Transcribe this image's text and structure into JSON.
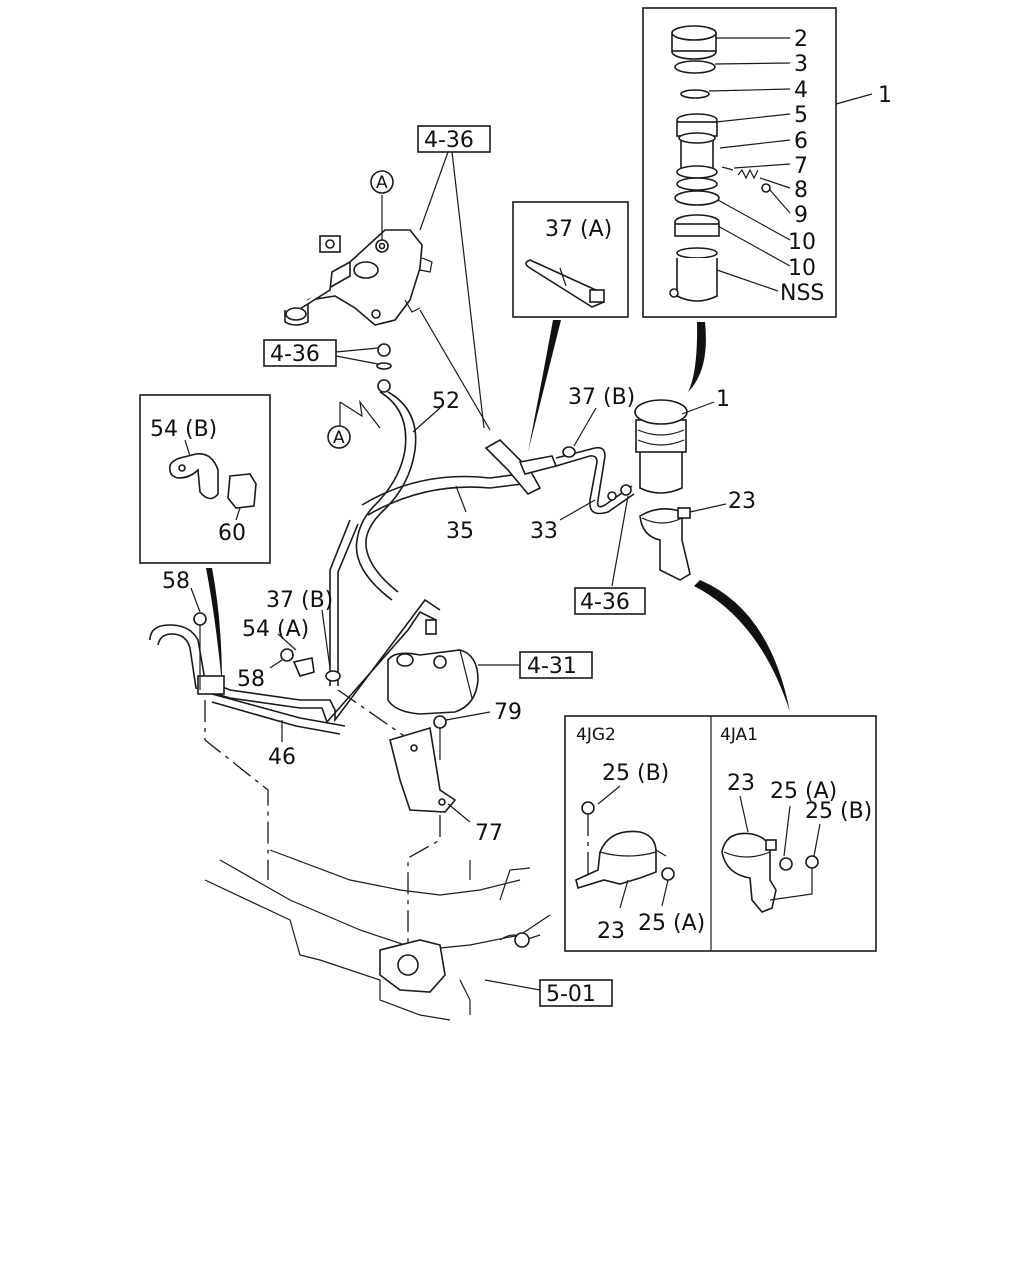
{
  "callouts": {
    "c2": "2",
    "c3": "3",
    "c4": "4",
    "c5": "5",
    "c6": "6",
    "c7": "7",
    "c8": "8",
    "c9": "9",
    "c10a": "10",
    "c10b": "10",
    "cnss": "NSS",
    "c1_top": "1",
    "c1_mid": "1",
    "c37a": "37 (A)",
    "c37b_top": "37 (B)",
    "c37b_mid": "37 (B)",
    "c52": "52",
    "c35": "35",
    "c33": "33",
    "c23": "23",
    "c54b": "54 (B)",
    "c60": "60",
    "c58_top": "58",
    "c54a": "54 (A)",
    "c58_mid": "58",
    "c46": "46",
    "c79": "79",
    "c77": "77",
    "cA_top": "A",
    "cA_mid": "A"
  },
  "ref_boxes": {
    "r436_top": "4-36",
    "r436_mid": "4-36",
    "r436_low": "4-36",
    "r431": "4-31",
    "r501": "5-01"
  },
  "inset_4jg2": {
    "title": "4JG2",
    "c25b": "25 (B)",
    "c23": "23",
    "c25a": "25 (A)"
  },
  "inset_4ja1": {
    "title": "4JA1",
    "c23": "23",
    "c25a": "25 (A)",
    "c25b": "25 (B)"
  }
}
